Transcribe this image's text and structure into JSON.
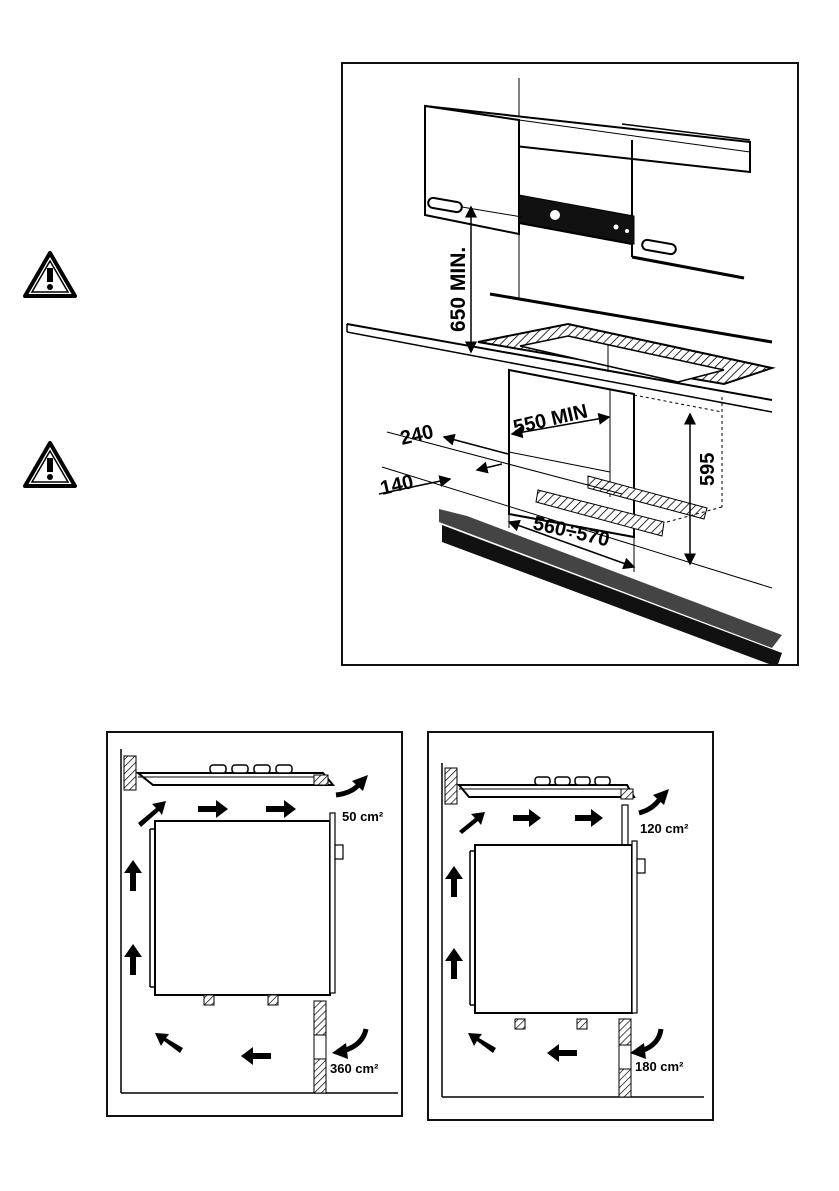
{
  "warnings": [
    {
      "icon": "warning-triangle-icon"
    },
    {
      "icon": "warning-triangle-icon"
    }
  ],
  "installation_diagram": {
    "labels": {
      "height_min": "650 MIN.",
      "depth_min": "550 MIN",
      "width_range": "560÷570",
      "dim_240": "240",
      "dim_140": "140",
      "dim_595": "595"
    }
  },
  "ventilation_left": {
    "top_vent": "50 cm²",
    "bottom_vent": "360 cm²"
  },
  "ventilation_right": {
    "top_vent": "120 cm²",
    "bottom_vent": "180 cm²"
  }
}
